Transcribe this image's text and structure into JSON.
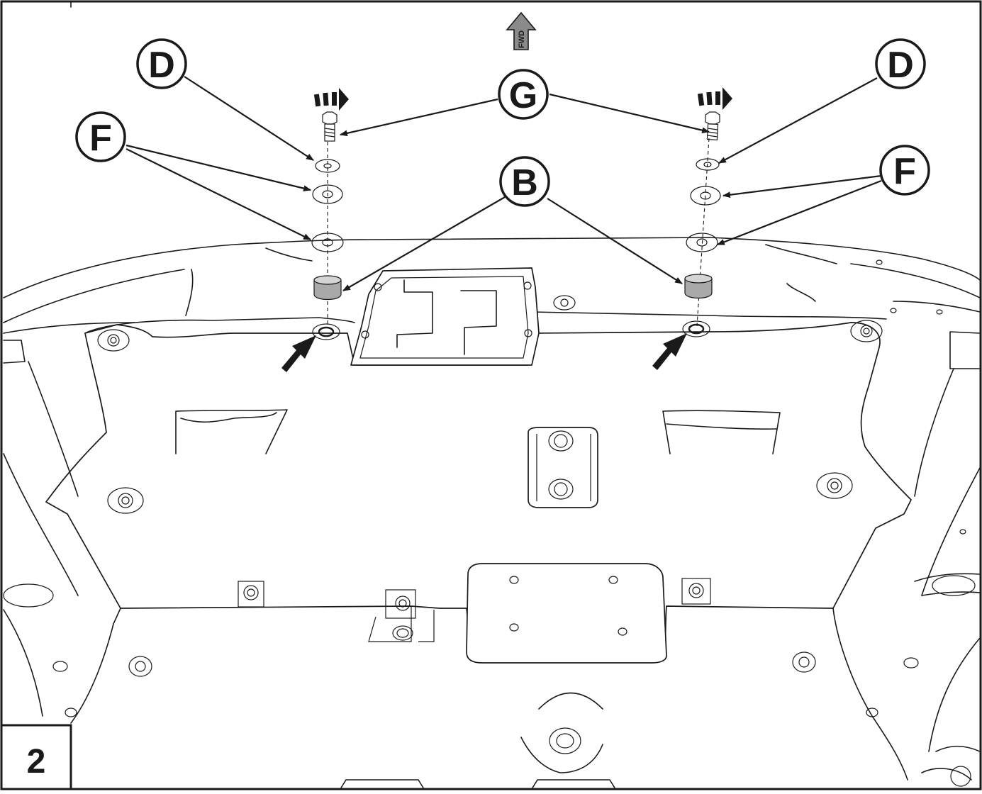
{
  "figure": {
    "step_number": "2",
    "forward_indicator": {
      "label": "FWD",
      "icon": "forward-arrow-icon",
      "color": "#8a8a8a"
    },
    "callouts": [
      {
        "id": "callout-d-left",
        "letter": "D"
      },
      {
        "id": "callout-f-left",
        "letter": "F"
      },
      {
        "id": "callout-g",
        "letter": "G"
      },
      {
        "id": "callout-b",
        "letter": "B"
      },
      {
        "id": "callout-d-right",
        "letter": "D"
      },
      {
        "id": "callout-f-right",
        "letter": "F"
      }
    ],
    "parts": {
      "D": "small washer",
      "F": "large washer",
      "G": "bolt",
      "B": "spacer"
    },
    "colors": {
      "line": "#1a1a1a",
      "spacer_fill": "#a9a9a9",
      "background": "#ffffff"
    }
  }
}
